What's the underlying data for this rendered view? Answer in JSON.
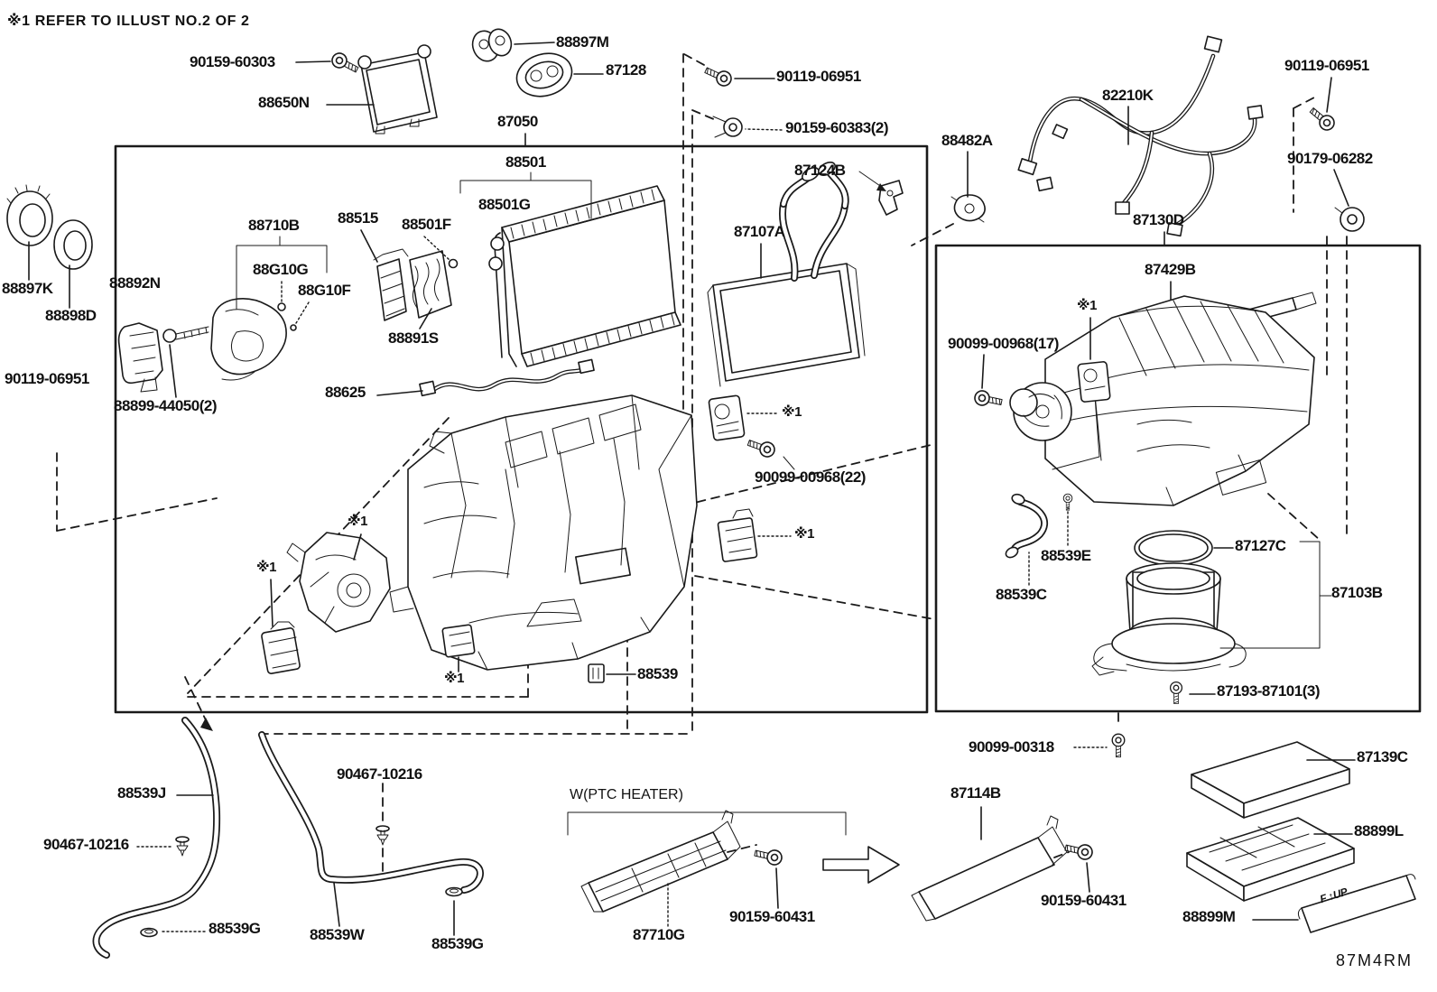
{
  "note": "※1 REFER TO ILLUST NO.2 OF 2",
  "diagram_code": "87M4RM",
  "colors": {
    "ink": "#1a1a1a",
    "background": "#ffffff"
  },
  "section_tag": "W(PTC HEATER)",
  "cover_marking": "F ↑UP",
  "ref_mark": "※1",
  "labels": {
    "l90159_60303": "90159-60303",
    "l88650N": "88650N",
    "l88897M": "88897M",
    "l87128": "87128",
    "l90119_06951_top": "90119-06951",
    "l90159_60383": "90159-60383(2)",
    "l87050": "87050",
    "l88501": "88501",
    "l88501G": "88501G",
    "l88501F": "88501F",
    "l88515": "88515",
    "l88710B": "88710B",
    "l88G10G": "88G10G",
    "l88G10F": "88G10F",
    "l88892N": "88892N",
    "l88897K": "88897K",
    "l88898D": "88898D",
    "l90119_06951_left": "90119-06951",
    "l88899_44050": "88899-44050(2)",
    "l88891S": "88891S",
    "l88625": "88625",
    "l88539": "88539",
    "ref1": "※1",
    "l87124B": "87124B",
    "l87107A": "87107A",
    "l90099_00968_22": "90099-00968(22)",
    "l88482A": "88482A",
    "l82210K": "82210K",
    "l90119_06951_right": "90119-06951",
    "l90179_06282": "90179-06282",
    "l87130D": "87130D",
    "l87429B": "87429B",
    "l90099_00968_17": "90099-00968(17)",
    "l88539E": "88539E",
    "l88539C": "88539C",
    "l87127C": "87127C",
    "l87103B": "87103B",
    "l87193_87101": "87193-87101(3)",
    "l90099_00318": "90099-00318",
    "l87139C": "87139C",
    "l88899L": "88899L",
    "l88899M": "88899M",
    "l88539J": "88539J",
    "l90467_10216_a": "90467-10216",
    "l90467_10216_b": "90467-10216",
    "l88539G_a": "88539G",
    "l88539G_b": "88539G",
    "l88539W": "88539W",
    "lW_PTC": "W(PTC HEATER)",
    "l87710G": "87710G",
    "l90159_60431_a": "90159-60431",
    "l90159_60431_b": "90159-60431",
    "l87114B": "87114B"
  }
}
